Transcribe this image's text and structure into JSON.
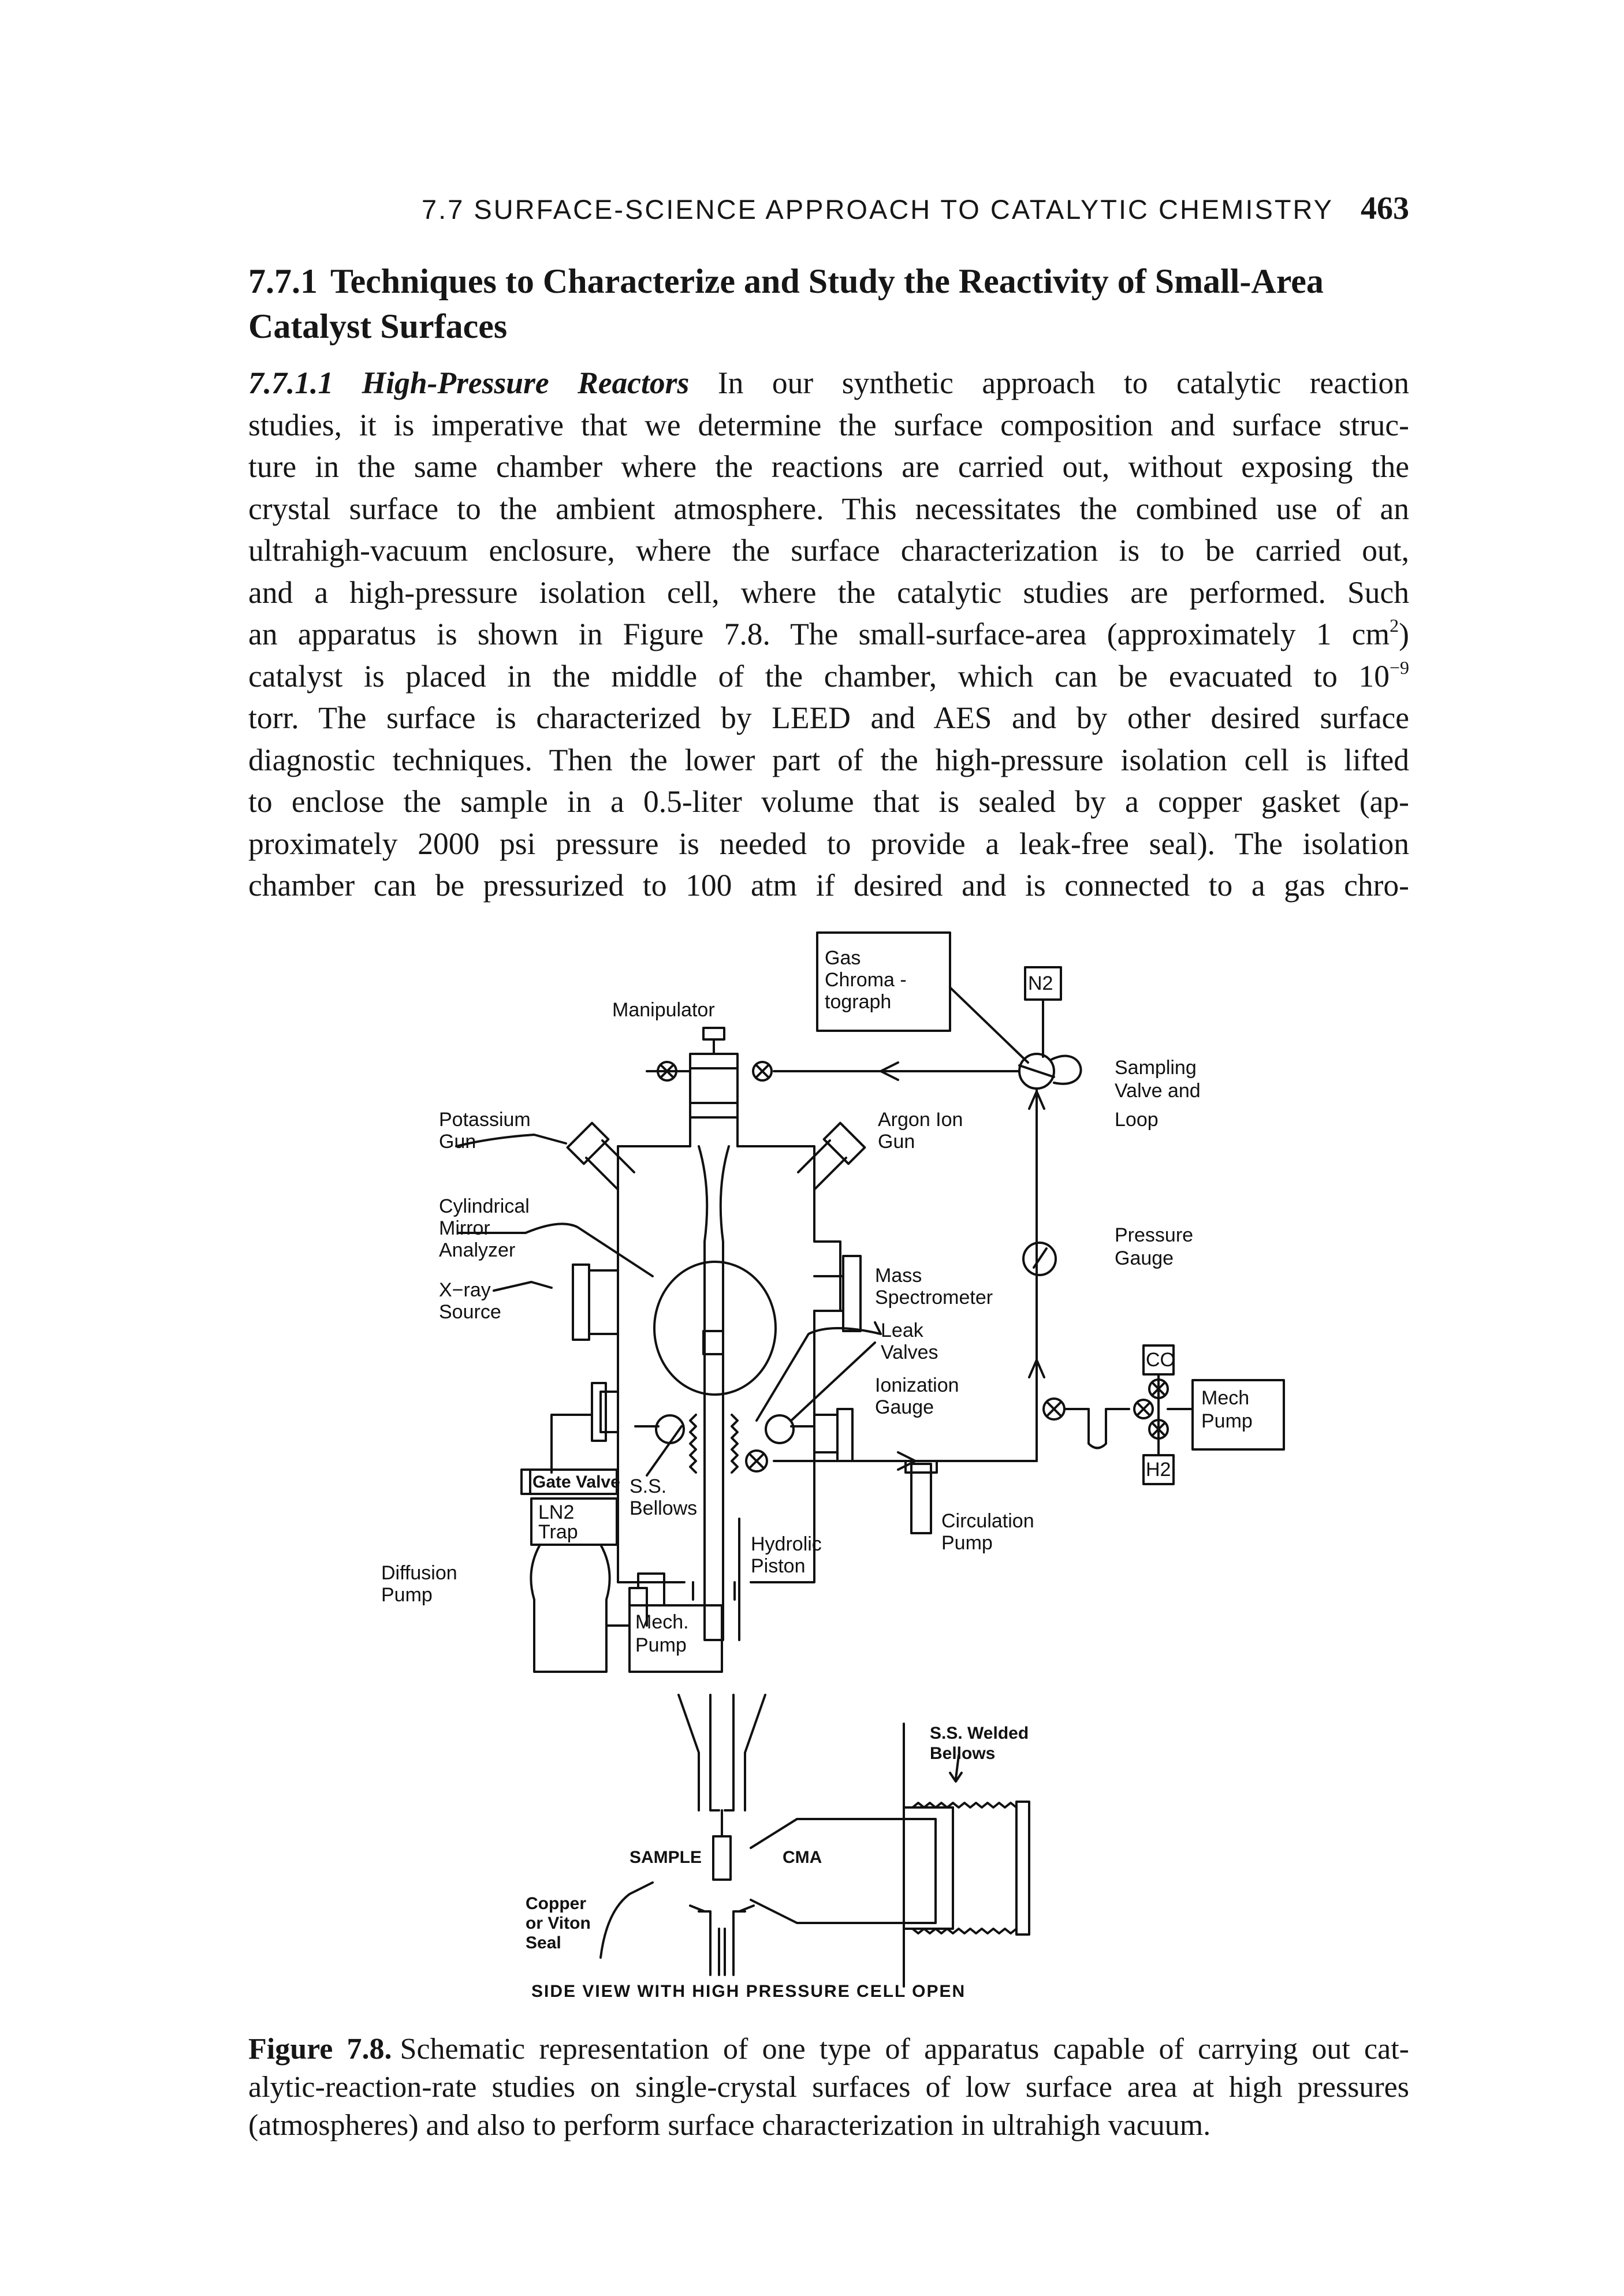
{
  "running_head": {
    "title": "7.7 SURFACE-SCIENCE APPROACH TO CATALYTIC CHEMISTRY",
    "page_number": "463"
  },
  "section": {
    "number": "7.7.1",
    "title": "Techniques to Characterize and Study the Reactivity of Small-Area Catalyst Surfaces"
  },
  "subsection": {
    "number": "7.7.1.1",
    "title": "High-Pressure Reactors"
  },
  "body": {
    "line_1": "In our synthetic approach to catalytic reaction",
    "line_2": "studies, it is imperative that we determine the surface composition and surface struc-",
    "line_3": "ture in the same chamber where the reactions are carried out, without exposing the",
    "line_4": "crystal surface to the ambient atmosphere. This necessitates the combined use of an",
    "line_5": "ultrahigh-vacuum enclosure, where the surface characterization is to be carried out,",
    "line_6": "and a high-pressure isolation cell, where the catalytic studies are performed. Such",
    "line_7": "an apparatus is shown in Figure 7.8. The small-surface-area (approximately 1 cm",
    "line_7_sup": "2",
    "line_7_end": ")",
    "line_8": "catalyst is placed in the middle of the chamber, which can be evacuated to 10",
    "line_8_sup": "−9",
    "line_9": "torr. The surface is characterized by LEED and AES and by other desired surface",
    "line_10": "diagnostic techniques. Then the lower part of the high-pressure isolation cell is lifted",
    "line_11": "to enclose the sample in a 0.5-liter volume that is sealed by a copper gasket (ap-",
    "line_12": "proximately 2000 psi pressure is needed to provide a leak-free seal). The isolation",
    "line_13": "chamber can be pressurized to 100 atm if desired and is connected to a gas chro-"
  },
  "figure": {
    "labels": {
      "gas_chromatograph_1": "Gas",
      "gas_chromatograph_2": "Chroma -",
      "gas_chromatograph_3": "tograph",
      "n2": "N2",
      "manipulator": "Manipulator",
      "sampling_1": "Sampling",
      "sampling_2": "Valve and",
      "sampling_3": "Loop",
      "potassium_1": "Potassium",
      "potassium_2": "Gun",
      "argon_1": "Argon Ion",
      "argon_2": "Gun",
      "cma_1": "Cylindrical",
      "cma_2": "Mirror",
      "cma_3": "Analyzer",
      "pressure_1": "Pressure",
      "pressure_2": "Gauge",
      "mass_1": "Mass",
      "mass_2": "Spectrometer",
      "xray_1": "X−ray",
      "xray_2": "Source",
      "leak_1": "Leak",
      "leak_2": "Valves",
      "ion_gauge_1": "Ionization",
      "ion_gauge_2": "Gauge",
      "co": "CO",
      "h2": "H2",
      "mech_pump_right_1": "Mech",
      "mech_pump_right_2": "Pump",
      "gate_valve": "Gate Valve",
      "ln2_1": "LN2",
      "ln2_2": "Trap",
      "ss_bellows_1": "S.S.",
      "ss_bellows_2": "Bellows",
      "circulation_1": "Circulation",
      "circulation_2": "Pump",
      "diffusion_1": "Diffusion",
      "diffusion_2": "Pump",
      "hydraulic_1": "Hydrolic",
      "hydraulic_2": "Piston",
      "mech_pump_bottom_1": "Mech.",
      "mech_pump_bottom_2": "Pump",
      "welded_1": "S.S. Welded",
      "welded_2": "Bellows",
      "sample": "SAMPLE",
      "cma_side": "CMA",
      "seal_1": "Copper",
      "seal_2": "or Viton",
      "seal_3": "Seal",
      "side_view": "SIDE VIEW WITH HIGH PRESSURE CELL OPEN"
    }
  },
  "caption": {
    "label": "Figure 7.8.",
    "line_1": "Schematic representation of one type of apparatus capable of carrying out cat-",
    "line_2": "alytic-reaction-rate studies on single-crystal surfaces of low surface area at high pressures",
    "line_3": "(atmospheres) and also to perform surface characterization in ultrahigh vacuum."
  }
}
